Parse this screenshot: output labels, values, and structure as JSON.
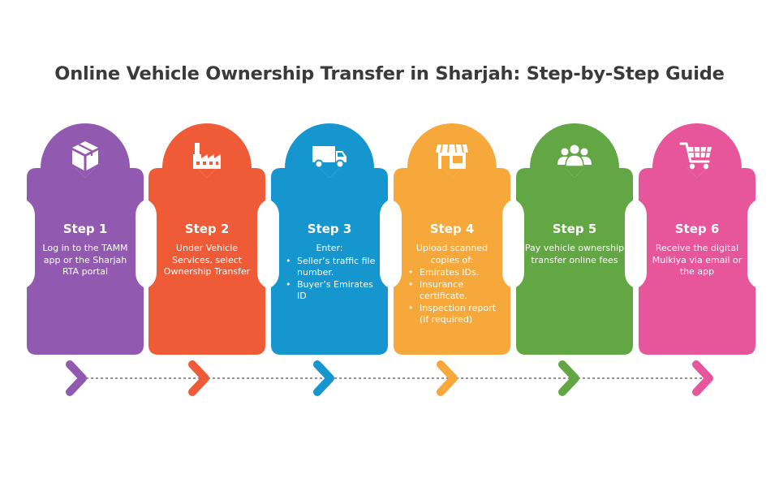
{
  "title": "Online Vehicle Ownership Transfer in Sharjah: Step-by-Step Guide",
  "steps": [
    {
      "title": "Step 1",
      "description": "Log in to the TAMM app or the Sharjah RTA portal",
      "bullets": [],
      "color": "#9159b0",
      "icon": "package-box-icon"
    },
    {
      "title": "Step 2",
      "description": "Under Vehicle Services, select Ownership Transfer",
      "bullets": [],
      "color": "#ef5a37",
      "icon": "factory-icon"
    },
    {
      "title": "Step 3",
      "description": "Enter:",
      "bullets": [
        "Seller’s traffic file number.",
        "Buyer’s Emirates ID"
      ],
      "color": "#1596cf",
      "icon": "delivery-truck-icon"
    },
    {
      "title": "Step 4",
      "description": "Upload scanned copies of:",
      "bullets": [
        "Emirates IDs.",
        "Insurance certificate.",
        "Inspection report (if required)"
      ],
      "color": "#f6a83b",
      "icon": "storefront-icon"
    },
    {
      "title": "Step 5",
      "description": "Pay vehicle ownership transfer online fees",
      "bullets": [],
      "color": "#62a744",
      "icon": "people-group-icon"
    },
    {
      "title": "Step 6",
      "description": "Receive the digital Mulkiya via email or the app",
      "bullets": [],
      "color": "#e7569a",
      "icon": "shopping-cart-icon"
    }
  ]
}
